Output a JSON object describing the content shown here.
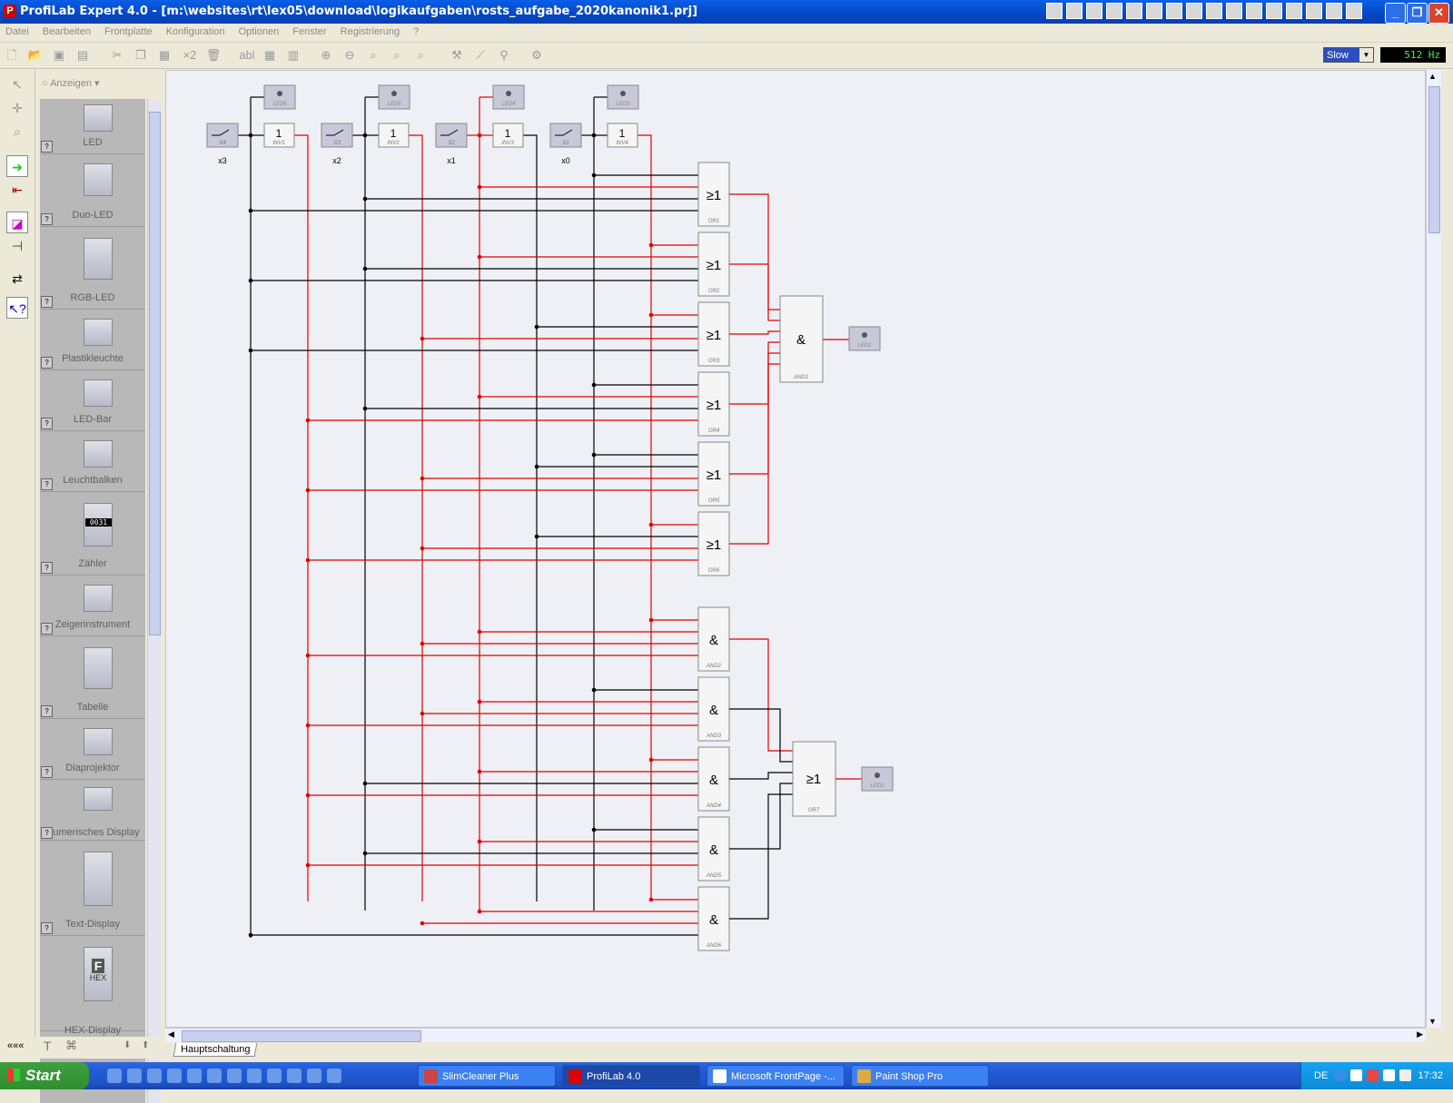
{
  "window": {
    "title": "ProfiLab Expert 4.0 - [m:\\websites\\rt\\lex05\\download\\logikaufgaben\\rosts_aufgabe_2020kanonik1.prj]",
    "app_icon": "P",
    "btn_min": "_",
    "btn_max": "❐",
    "btn_close": "✕"
  },
  "menu": [
    "Datei",
    "Bearbeiten",
    "Frontplatte",
    "Konfiguration",
    "Optionen",
    "Fenster",
    "Registrierung",
    "?"
  ],
  "toolbar": {
    "speed_value": "Slow",
    "frequency": "512 Hz",
    "x2_label": "×2",
    "abl_label": "abl"
  },
  "palette": {
    "filter_label": "Anzeigen",
    "items": [
      {
        "label": "LED",
        "tag": "LED0"
      },
      {
        "label": "Duo-LED",
        "tag": "DLED0"
      },
      {
        "label": "RGB-LED",
        "tag": "RGB0"
      },
      {
        "label": "Plastikleuchte",
        "tag": "LA0"
      },
      {
        "label": "LED-Bar",
        "tag": "LB0"
      },
      {
        "label": "Leuchtbalken",
        "tag": "LB0"
      },
      {
        "label": "Zähler",
        "tag": "C00"
      },
      {
        "label": "Zeigerinstrument",
        "tag": "M0"
      },
      {
        "label": "Tabelle",
        "tag": "TAB0"
      },
      {
        "label": "Diaprojektor",
        "tag": "PJ0"
      },
      {
        "label": "Numerisches Display",
        "tag": "ND0"
      },
      {
        "label": "Text-Display",
        "tag": "TD0"
      },
      {
        "label": "HEX-Display",
        "tag": "HD0"
      }
    ],
    "counter_text": "0031",
    "hex_letter": "F",
    "hex_text": "HEX",
    "bottom_left": "«««"
  },
  "circuit": {
    "switches": [
      {
        "tag": "S4",
        "caption": "x3"
      },
      {
        "tag": "S3",
        "caption": "x2"
      },
      {
        "tag": "S2",
        "caption": "x1"
      },
      {
        "tag": "S1",
        "caption": "x0"
      }
    ],
    "inverters": [
      {
        "tag": "INV1",
        "symbol": "1"
      },
      {
        "tag": "INV2",
        "symbol": "1"
      },
      {
        "tag": "INV3",
        "symbol": "1"
      },
      {
        "tag": "INV4",
        "symbol": "1"
      }
    ],
    "input_leds": [
      "LED6",
      "LED5",
      "LED4",
      "LED3"
    ],
    "or_symbol": "≥1",
    "and_symbol": "&",
    "or_gates": [
      "OR1",
      "OR2",
      "OR3",
      "OR4",
      "OR5",
      "OR6"
    ],
    "and_gates": [
      "AND2",
      "AND3",
      "AND4",
      "AND5",
      "AND6"
    ],
    "and_final": "AND1",
    "or_final": "OR7",
    "led_out1": "LED1",
    "led_out2": "LED2",
    "wire_true_color": "#e00000",
    "wire_false_color": "#000000"
  },
  "tabs": [
    "Hauptschaltung"
  ],
  "taskbar": {
    "start_label": "Start",
    "tasks": [
      {
        "label": "SlimCleaner Plus"
      },
      {
        "label": "ProfiLab 4.0"
      },
      {
        "label": "Microsoft FrontPage -..."
      },
      {
        "label": "Paint Shop Pro"
      }
    ],
    "lang": "DE",
    "clock": "17:32"
  }
}
